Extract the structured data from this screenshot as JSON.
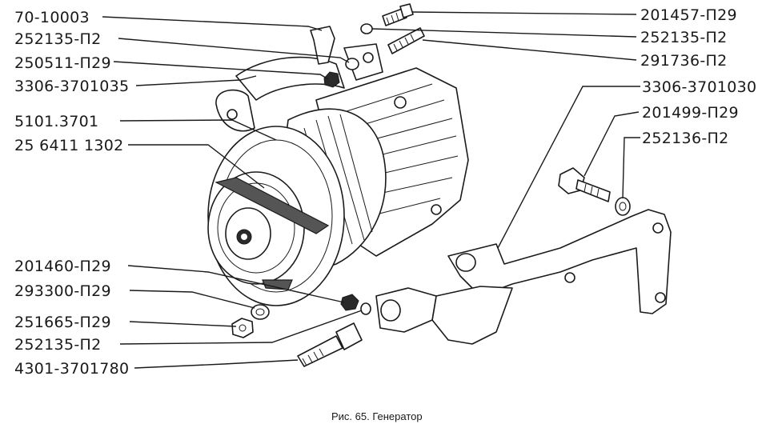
{
  "labels": {
    "l70_10003": "70-10003",
    "l252135_p2_a": "252135-П2",
    "l250511_p29": "250511-П29",
    "l3306_3701035": "3306-3701035",
    "l5101_3701": "5101.3701",
    "l25_64111302": "25 6411 1302",
    "l201460_p29": "201460-П29",
    "l293300_p29": "293300-П29",
    "l251665_p29": "251665-П29",
    "l252135_p2_b": "252135-П2",
    "l4301_3701780": "4301-3701780",
    "l201457_p29": "201457-П29",
    "l252135_p2_c": "252135-П2",
    "l291736_p2": "291736-П2",
    "l3306_3701030": "3306-3701030",
    "l201499_p29": "201499-П29",
    "l252136_p2": "252136-П2"
  },
  "caption": "Рис. 65. Генератор"
}
